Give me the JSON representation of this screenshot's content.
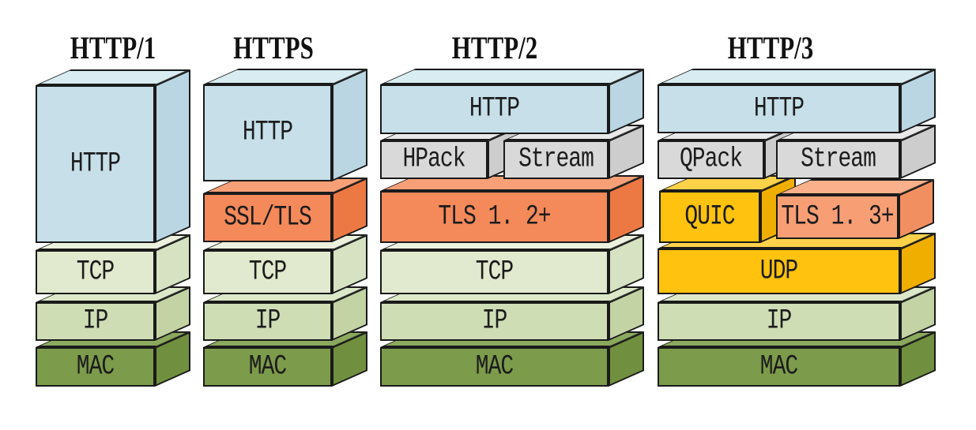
{
  "columns": [
    {
      "title": "HTTP/1",
      "boxes": [
        {
          "label": "HTTP"
        },
        {
          "label": "TCP"
        },
        {
          "label": "IP"
        },
        {
          "label": "MAC"
        }
      ]
    },
    {
      "title": "HTTPS",
      "boxes": [
        {
          "label": "HTTP"
        },
        {
          "label": "SSL/TLS"
        },
        {
          "label": "TCP"
        },
        {
          "label": "IP"
        },
        {
          "label": "MAC"
        }
      ]
    },
    {
      "title": "HTTP/2",
      "boxes": [
        {
          "label": "HTTP"
        },
        {
          "label": "HPack"
        },
        {
          "label": "Stream"
        },
        {
          "label": "TLS 1. 2+"
        },
        {
          "label": "TCP"
        },
        {
          "label": "IP"
        },
        {
          "label": "MAC"
        }
      ]
    },
    {
      "title": "HTTP/3",
      "boxes": [
        {
          "label": "HTTP"
        },
        {
          "label": "QPack"
        },
        {
          "label": "Stream"
        },
        {
          "label": "QUIC"
        },
        {
          "label": "TLS 1. 3+"
        },
        {
          "label": "UDP"
        },
        {
          "label": "IP"
        },
        {
          "label": "MAC"
        }
      ]
    }
  ],
  "palette": {
    "blue": {
      "front": "#C6DFE9",
      "top": "#D8ECF1",
      "side": "#B9D6E2"
    },
    "orange": {
      "front": "#F4895A",
      "top": "#F7A077",
      "side": "#EC7943"
    },
    "salmon": {
      "front": "#F89E75",
      "top": "#FAB08A",
      "side": "#F18F60"
    },
    "gray": {
      "front": "#D9D9D9",
      "top": "#E9E9E9",
      "side": "#CDCDCD"
    },
    "yellow": {
      "front": "#FFC20E",
      "top": "#FFD24A",
      "side": "#F0AE00"
    },
    "tcp_green": {
      "front": "#E1E9CE",
      "top": "#EBF1DD",
      "side": "#D6E2C2"
    },
    "ip_green": {
      "front": "#CFDDB5",
      "top": "#DCE8C8",
      "side": "#C3D3A4"
    },
    "mac_green": {
      "front": "#7C9B4B",
      "top": "#8BA95D",
      "side": "#70903F"
    },
    "outline": "#1A1A1A",
    "background": "#FFFFFF",
    "text": "#1C1C1C"
  }
}
